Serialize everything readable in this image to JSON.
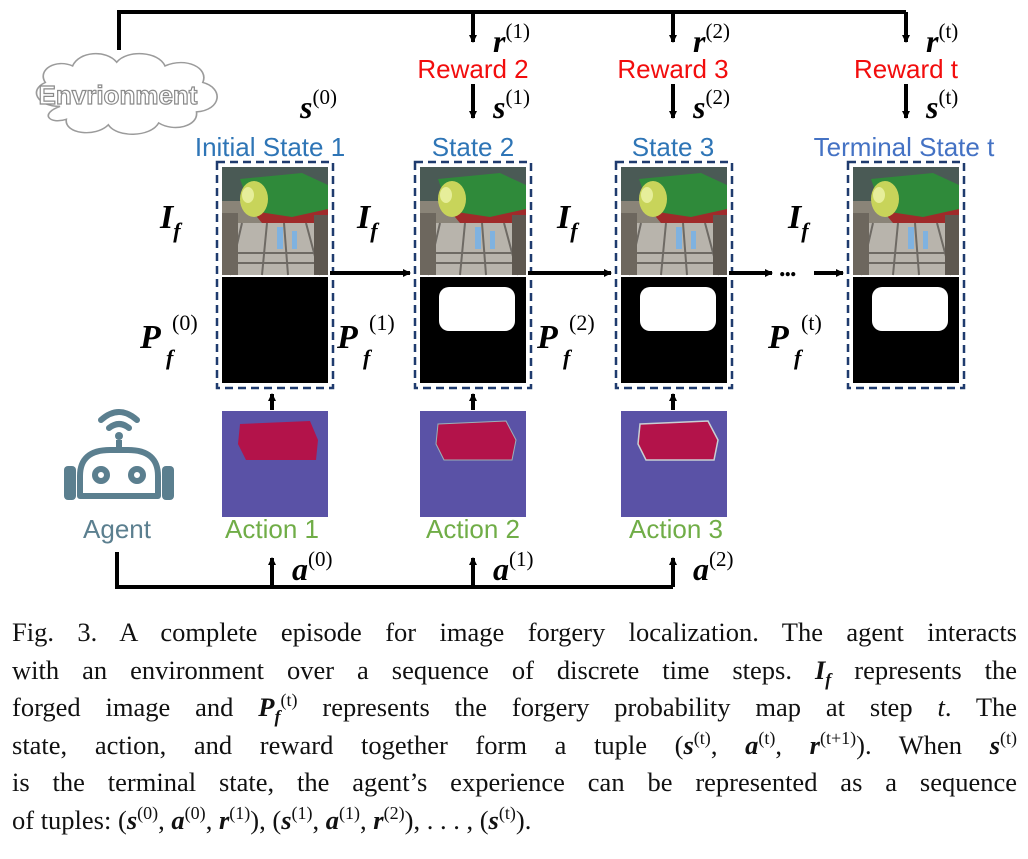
{
  "environment": {
    "label": "Envrionment"
  },
  "agent": {
    "label": "Agent"
  },
  "rewards": [
    {
      "label": "Reward 2",
      "r": "r",
      "r_sup": "(1)",
      "s": "s",
      "s_sup": "(1)"
    },
    {
      "label": "Reward 3",
      "r": "r",
      "r_sup": "(2)",
      "s": "s",
      "s_sup": "(2)"
    },
    {
      "label": "Reward t",
      "r": "r",
      "r_sup": "(t)",
      "s": "s",
      "s_sup": "(t)"
    }
  ],
  "initial_state_var": {
    "s": "s",
    "s_sup": "(0)"
  },
  "states": [
    {
      "label": "Initial State 1",
      "img": "I",
      "img_sub": "f",
      "prob": "P",
      "prob_sub": "f",
      "prob_sup": "(0)"
    },
    {
      "label": "State 2",
      "img": "I",
      "img_sub": "f",
      "prob": "P",
      "prob_sub": "f",
      "prob_sup": "(1)"
    },
    {
      "label": "State 3",
      "img": "I",
      "img_sub": "f",
      "prob": "P",
      "prob_sub": "f",
      "prob_sup": "(2)"
    },
    {
      "label": "Terminal State t",
      "img": "I",
      "img_sub": "f",
      "prob": "P",
      "prob_sub": "f",
      "prob_sup": "(t)"
    }
  ],
  "ellipsis": "...",
  "actions": [
    {
      "label": "Action 1",
      "a": "a",
      "a_sup": "(0)"
    },
    {
      "label": "Action 2",
      "a": "a",
      "a_sup": "(1)"
    },
    {
      "label": "Action 3",
      "a": "a",
      "a_sup": "(2)"
    }
  ],
  "colors": {
    "reward": "#f20d0d",
    "state": "#2e75b6",
    "terminal_state": "#4472c4",
    "action": "#70ad47",
    "agent": "#5b7f8f",
    "action_bg": "#5a52a6",
    "action_blob": "#b3134a"
  },
  "caption": {
    "lines": [
      "Fig. 3.   A complete episode for image forgery localization. The agent interacts",
      "with an environment over a sequence of discrete time steps.",
      "represents the",
      "forged image and",
      "represents the forgery probability map at step",
      ". The",
      "state, action, and reward together form a tuple",
      ". When",
      "is the terminal state, the agent’s experience can be represented as a sequence",
      "of tuples:"
    ]
  }
}
